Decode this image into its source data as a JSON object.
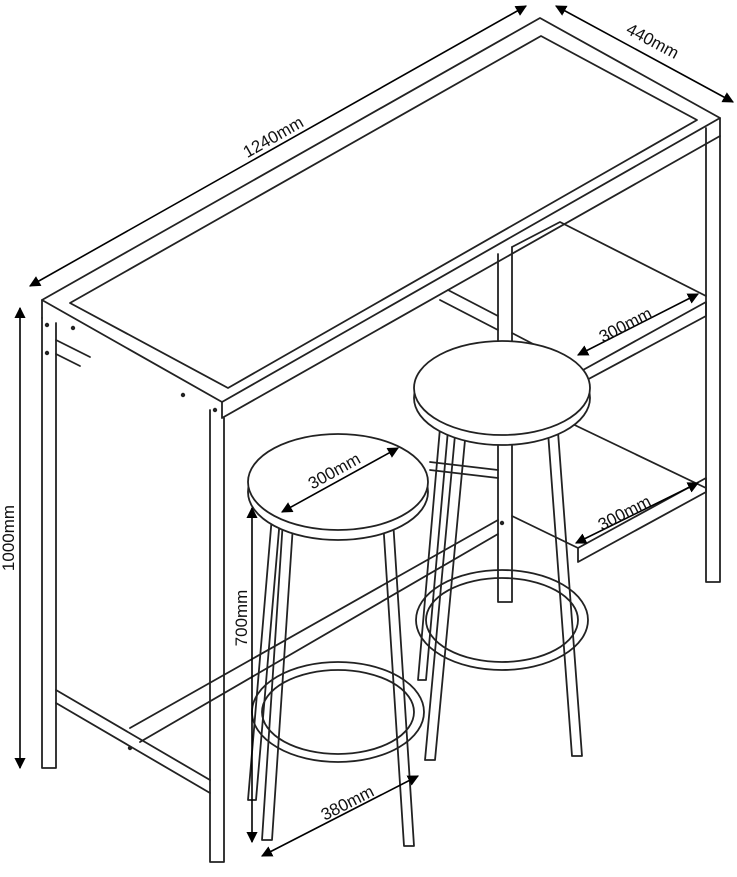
{
  "dimensions": {
    "table_length": "1240mm",
    "table_depth": "440mm",
    "table_height": "1000mm",
    "shelf_upper_width": "300mm",
    "shelf_lower_width": "300mm",
    "stool_seat_diameter": "300mm",
    "stool_height": "700mm",
    "stool_base_width": "380mm"
  },
  "colors": {
    "line": "#222222",
    "background": "#ffffff"
  }
}
